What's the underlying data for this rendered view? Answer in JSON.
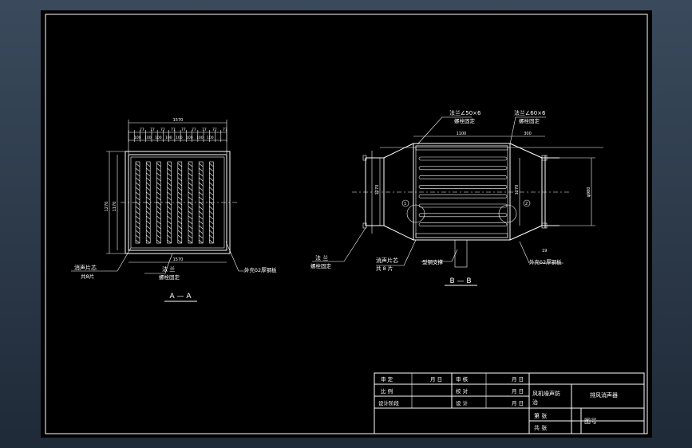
{
  "section_aa": {
    "title": "A — A",
    "dim_total_width": "1570",
    "dim_pitch": [
      "77",
      "77",
      "77",
      "77",
      "77",
      "77",
      "77",
      "77",
      "77"
    ],
    "dim_gap": [
      "100",
      "100",
      "100",
      "100",
      "100",
      "100",
      "100",
      "100"
    ],
    "dim_height_outer": "1270",
    "dim_height_inner": "1170",
    "dim_bottom_width": "1570",
    "label_baffle_1": "消声片芯",
    "label_baffle_2": "共8片",
    "label_flange_1": "法  兰",
    "label_flange_2": "螺栓固定",
    "label_shell": "外壳δ2厚钢板"
  },
  "section_bb": {
    "title": "B — B",
    "label_flange_top_left_1": "法兰∠50×6",
    "label_flange_top_left_2": "螺栓固定",
    "label_flange_top_right_1": "法兰∠60×6",
    "label_flange_top_right_2": "螺栓固定",
    "dim_top_length": "1100",
    "dim_top_right": "300",
    "dim_left_height": "1270",
    "dim_right_height": "1270",
    "dim_outlet": "φ980",
    "dim_bottom_right": "19",
    "circle_label_left": "1",
    "circle_label_right": "2",
    "label_flange_bottom_1": "法  兰",
    "label_flange_bottom_2": "螺栓固定",
    "label_baffle_1": "消声片芯",
    "label_baffle_2": "共 8 片",
    "label_support": "型钢支撑",
    "label_shell": "外壳δ2厚钢板"
  },
  "title_block": {
    "review": "审    定",
    "month_day_1": "月  日",
    "check": "审    核",
    "month_day_2": "月  日",
    "scale": "比    例",
    "proof": "校    对",
    "month_day_3": "月  日",
    "design_no": "设计阶段",
    "design": "设    计",
    "month_day_4": "月  日",
    "project_1": "风机噪声防",
    "project_2": "治",
    "drawing_name": "排风消声器",
    "sheet": "第      张",
    "total": "共      张",
    "drawing_no": "图号"
  }
}
